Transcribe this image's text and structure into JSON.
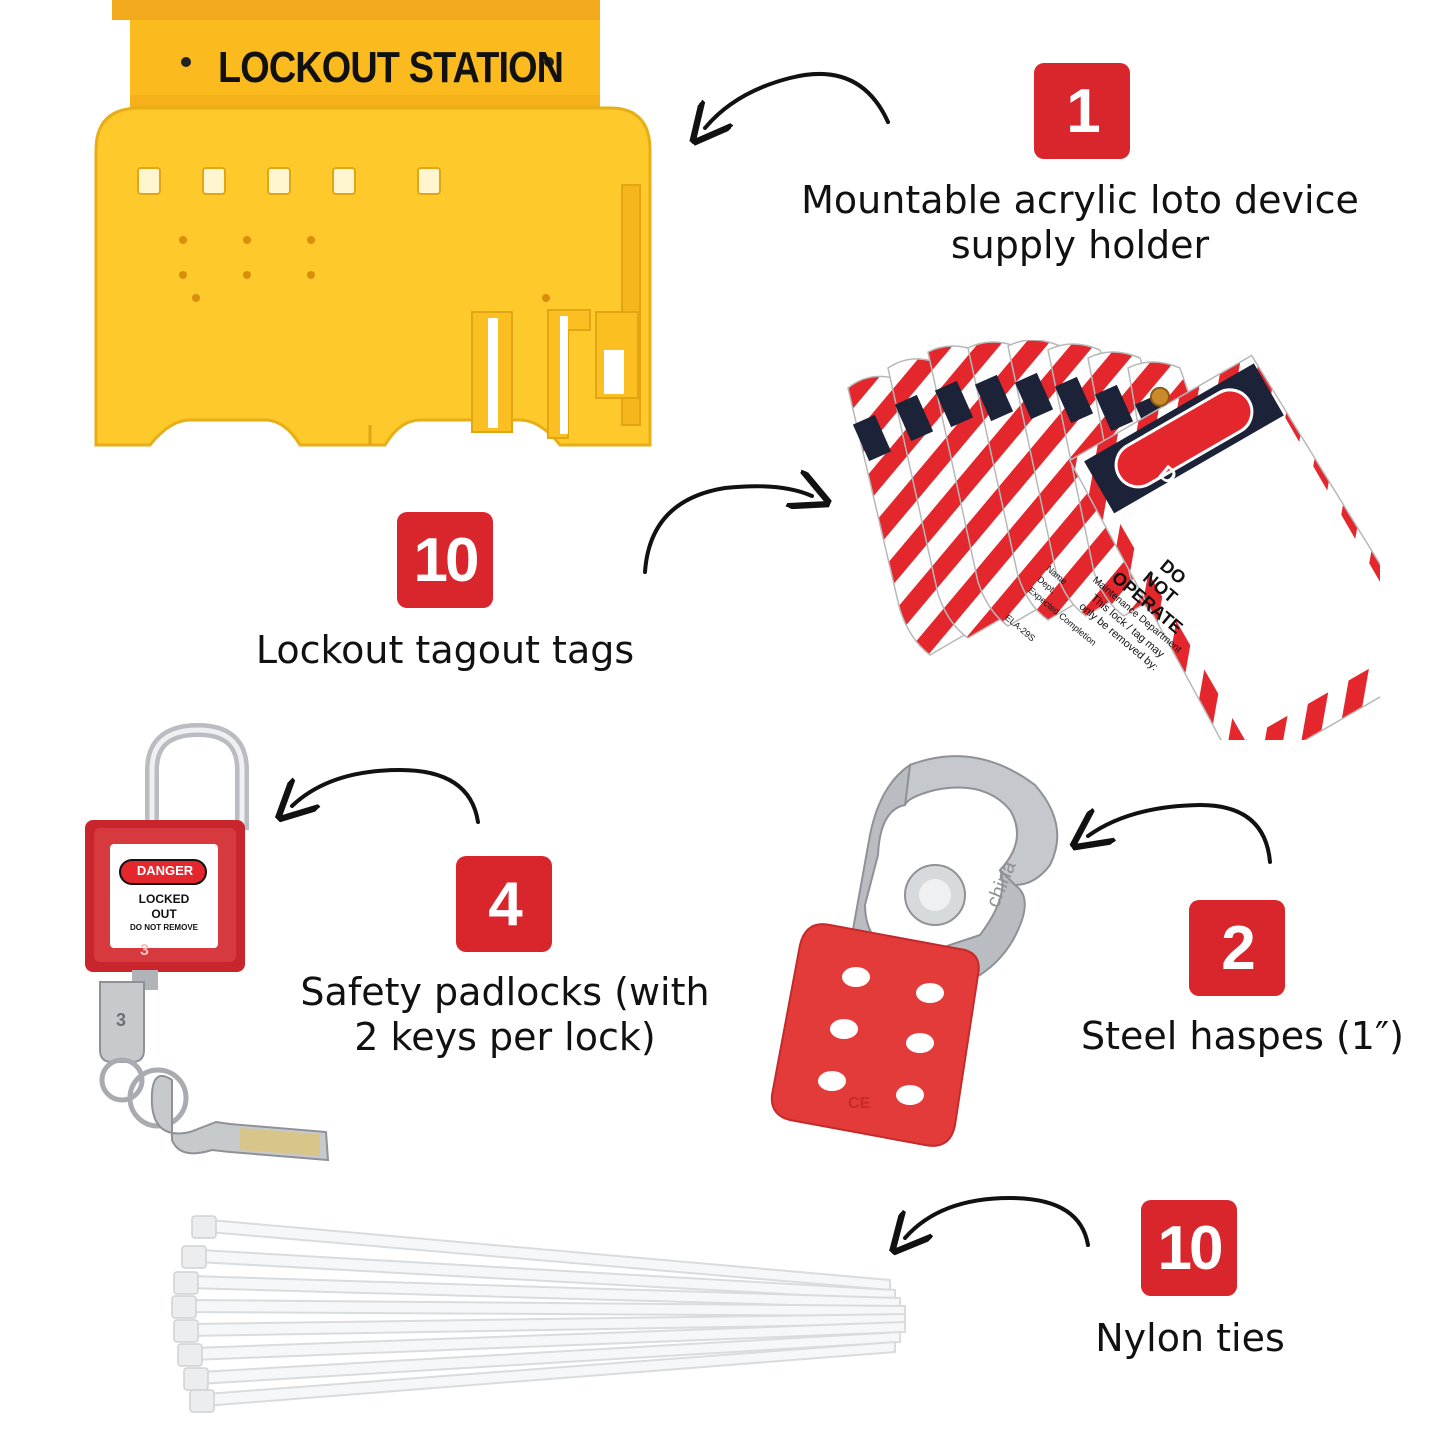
{
  "station": {
    "label": "LOCKOUT STATION"
  },
  "items": [
    {
      "count": "1",
      "caption_line1": "Mountable acrylic loto device",
      "caption_line2": "supply holder"
    },
    {
      "count": "10",
      "caption_line1": "Lockout tagout tags",
      "caption_line2": ""
    },
    {
      "count": "4",
      "caption_line1": "Safety padlocks (with",
      "caption_line2": "2 keys per lock)"
    },
    {
      "count": "2",
      "caption_line1": "Steel haspes (1″)",
      "caption_line2": ""
    },
    {
      "count": "10",
      "caption_line1": "Nylon ties",
      "caption_line2": ""
    }
  ],
  "tag": {
    "header": "DANGER",
    "line1": "DO",
    "line2": "NOT",
    "line3": "OPERATE",
    "dept": "Maintenance Department",
    "note1": "This lock / tag may",
    "note2": "only be removed by:",
    "field1": "Name",
    "field2": "Dept.",
    "field3": "Expected Completion",
    "code": "ELA-29S"
  },
  "padlock": {
    "danger": "DANGER",
    "locked": "LOCKED",
    "out": "OUT",
    "remove": "DO NOT REMOVE",
    "number": "3",
    "key_number": "3"
  },
  "hasp": {
    "brand": "china",
    "mark": "CE"
  },
  "colors": {
    "badge": "#d8262c",
    "station_yellow": "#fdc92b",
    "tag_red": "#e4262d"
  }
}
